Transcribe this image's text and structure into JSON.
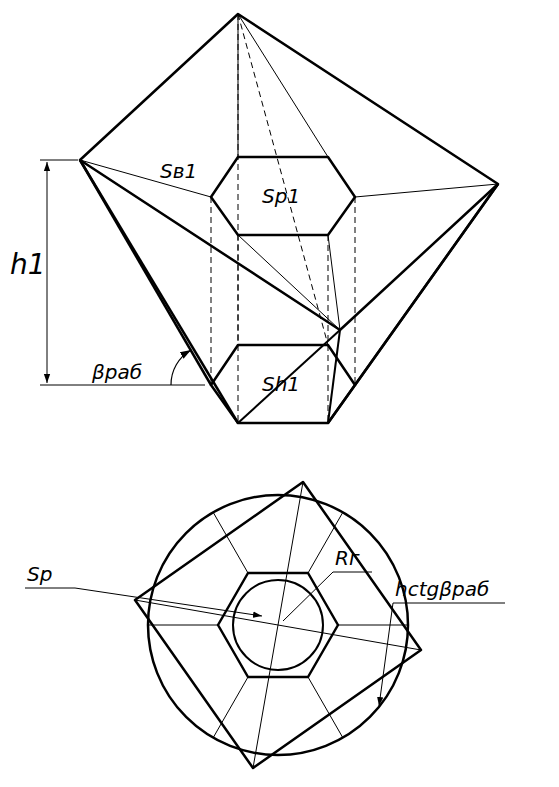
{
  "diagram": {
    "labels": [
      "Sв1",
      "Sр1",
      "h1",
      "βраб",
      "Sh1",
      "Sр",
      "Rг",
      "hctgβраб"
    ]
  }
}
